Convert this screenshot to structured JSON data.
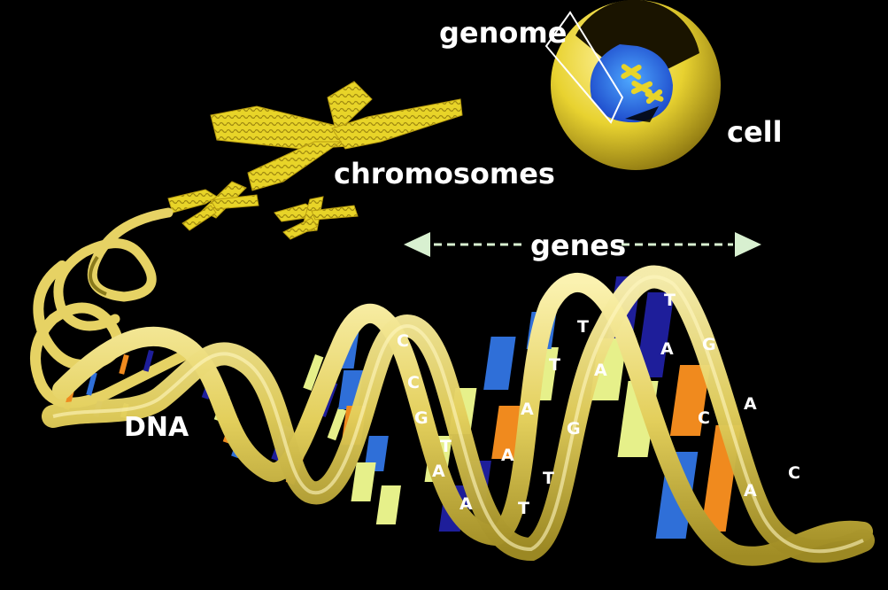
{
  "labels": {
    "genome": "genome",
    "cell": "cell",
    "chromosomes": "chromosomes",
    "genes": "genes",
    "dna": "DNA"
  },
  "base_letters": [
    "C",
    "C",
    "G",
    "T",
    "A",
    "A",
    "A",
    "A",
    "T",
    "T",
    "A",
    "G",
    "A",
    "C",
    "T",
    "T",
    "A",
    "A",
    "T",
    "G",
    "C"
  ],
  "colors": {
    "background": "#000000",
    "ribbon": "#e6d264",
    "ribbon_dark": "#8a7a1c",
    "chromosome": "#e8d428",
    "base_blue_dark": "#1e1e9a",
    "base_blue_light": "#2f6fd8",
    "base_yellow": "#e6f08a",
    "base_orange": "#f08a1e",
    "arrow": "#d8f0d0"
  }
}
